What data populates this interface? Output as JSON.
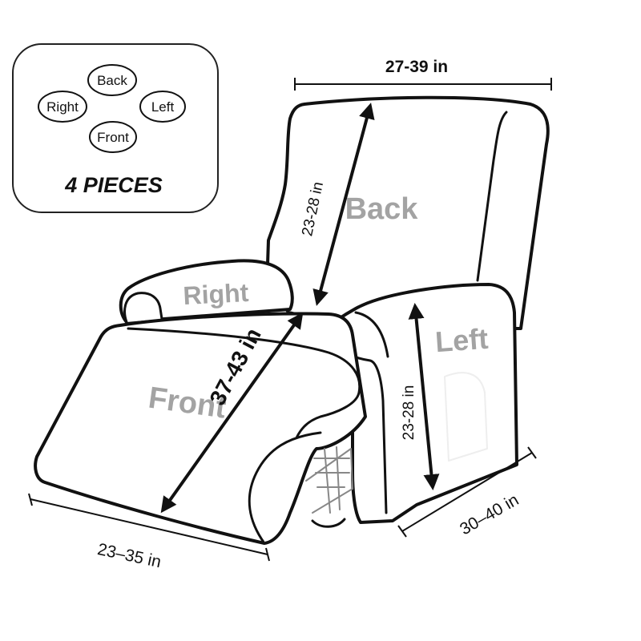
{
  "legend": {
    "pieces": [
      "Back",
      "Right",
      "Left",
      "Front"
    ],
    "count_label": "4 PIECES"
  },
  "parts": {
    "back": "Back",
    "right": "Right",
    "left": "Left",
    "front": "Front"
  },
  "dimensions": {
    "back_width": "27-39 in",
    "back_height": "23-28 in",
    "left_height": "23-28 in",
    "front_length": "37-43 in",
    "front_width": "23–35 in",
    "depth": "30–40 in"
  },
  "colors": {
    "outline": "#111111",
    "part_label": "#a3a3a3"
  }
}
